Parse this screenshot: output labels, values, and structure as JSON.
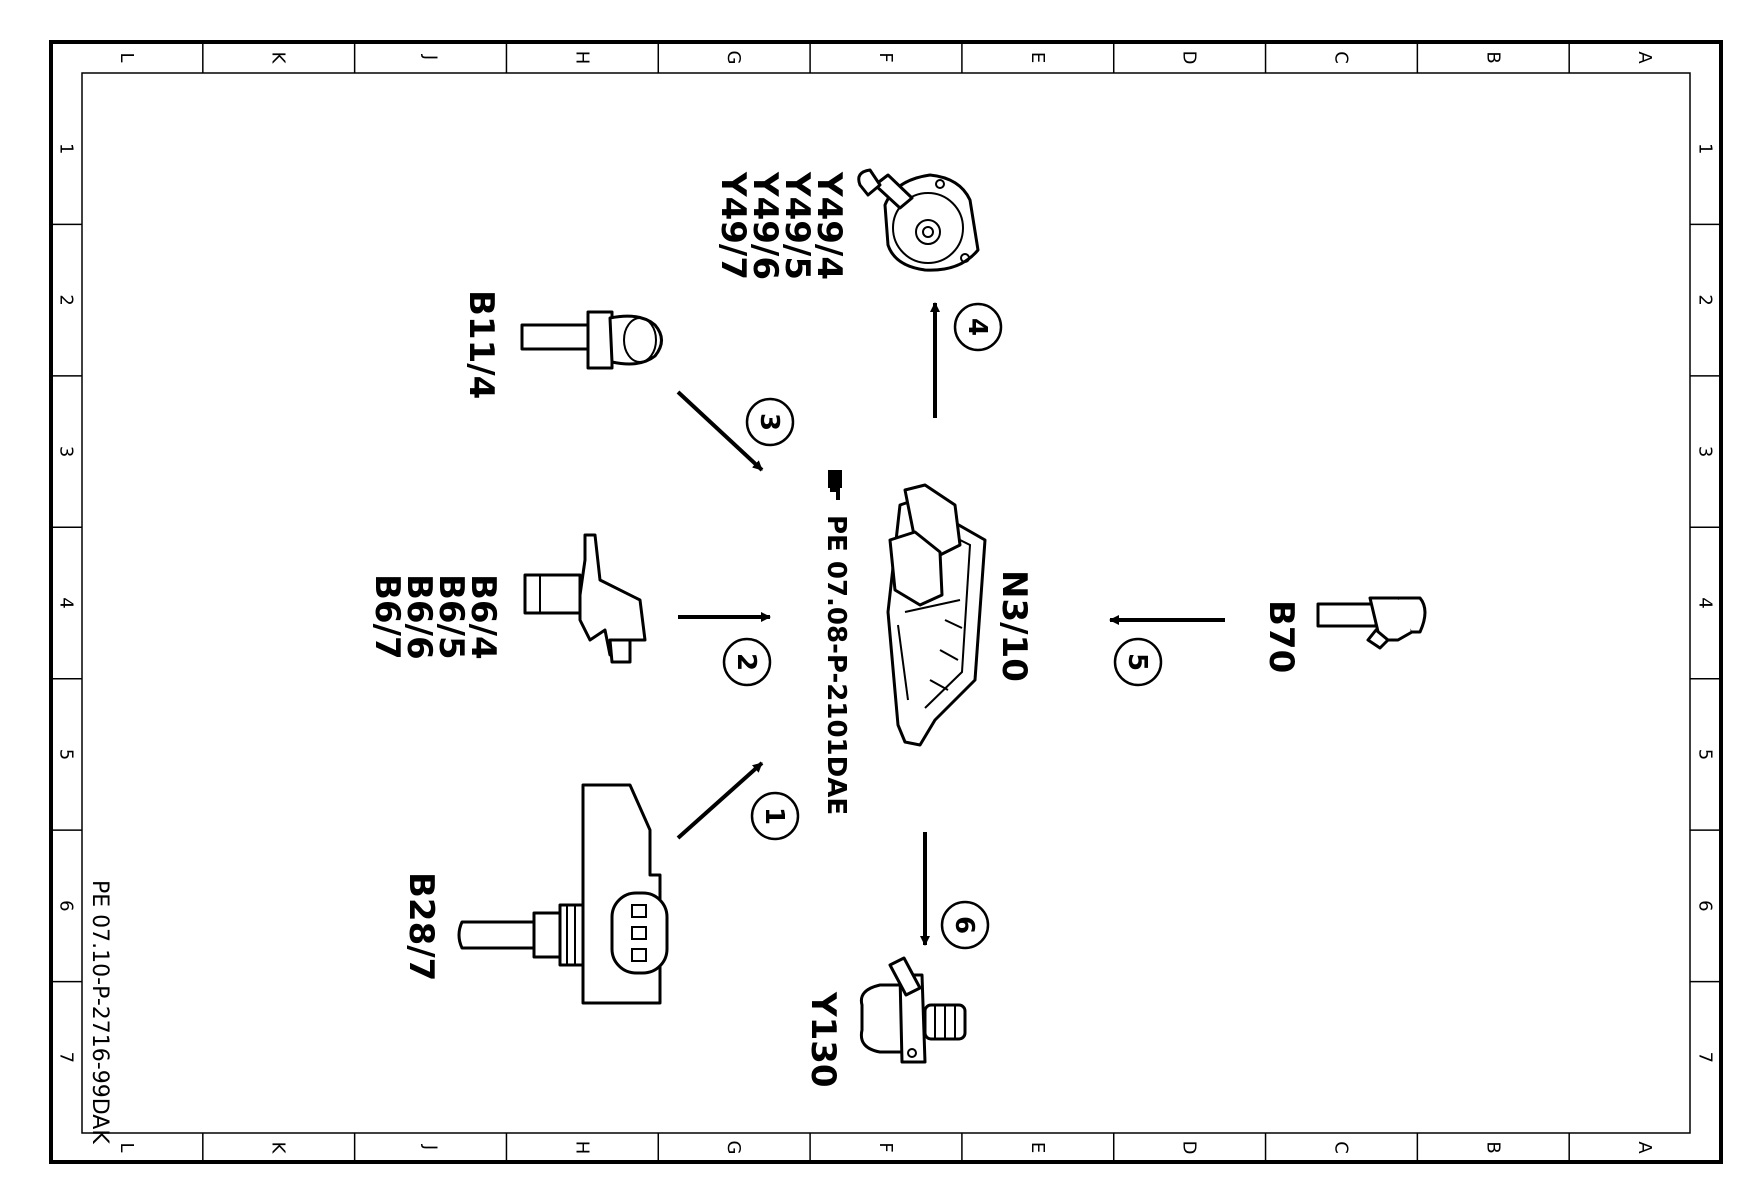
{
  "frame": {
    "letters": [
      "L",
      "K",
      "J",
      "H",
      "G",
      "F",
      "E",
      "D",
      "C",
      "B",
      "A"
    ],
    "numbers": [
      "1",
      "2",
      "3",
      "4",
      "5",
      "6",
      "7"
    ]
  },
  "drawing_id": "PE 07.10-P-2716-99DAK",
  "reference": "PE 07.08-P-2101DAE",
  "components": {
    "control_unit": "N3/10",
    "oil_pressure_sensor": "B28/7",
    "camshaft_sensors": [
      "B6/4",
      "B6/5",
      "B6/6",
      "B6/7"
    ],
    "temperature_sensor": "B11/4",
    "camshaft_actuators": [
      "Y49/4",
      "Y49/5",
      "Y49/6",
      "Y49/7"
    ],
    "speed_sensor": "B70",
    "oil_pump_valve": "Y130"
  },
  "signals": [
    "1",
    "2",
    "3",
    "4",
    "5",
    "6"
  ]
}
